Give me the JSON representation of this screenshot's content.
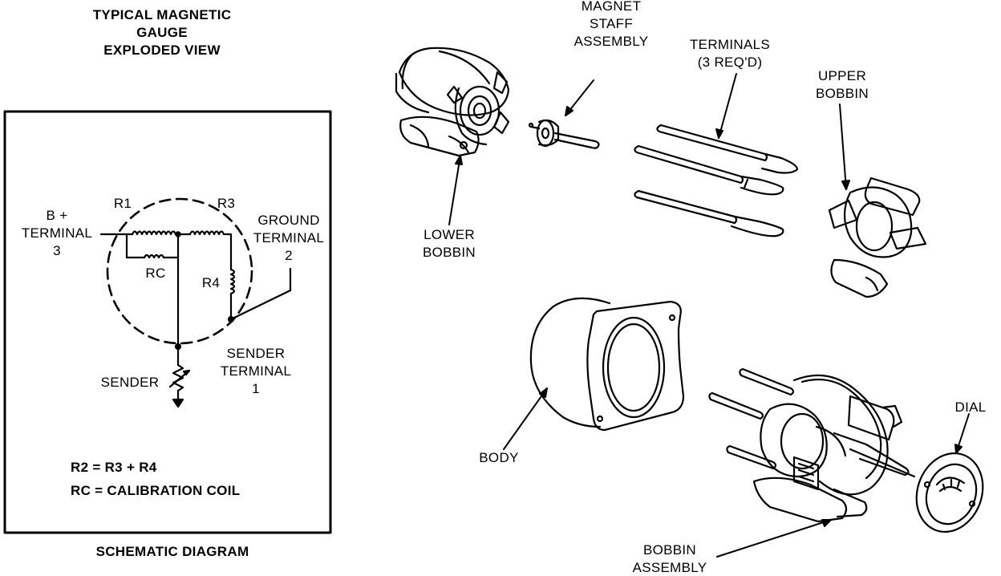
{
  "title": "TYPICAL MAGNETIC\nGAUGE\nEXPLODED VIEW",
  "schematic": {
    "caption": "SCHEMATIC DIAGRAM",
    "labels": {
      "r1": "R1",
      "r3": "R3",
      "r4": "R4",
      "rc": "RC",
      "b_terminal": "B +\nTERMINAL\n3",
      "ground_terminal": "GROUND\nTERMINAL\n2",
      "sender": "SENDER",
      "sender_terminal": "SENDER\nTERMINAL\n1"
    },
    "equations": [
      "R2 = R3 + R4",
      "RC = CALIBRATION COIL"
    ]
  },
  "parts": {
    "magnet_staff_assembly": "MAGNET\nSTAFF\nASSEMBLY",
    "terminals": "TERMINALS\n(3 REQ'D)",
    "upper_bobbin": "UPPER\nBOBBIN",
    "lower_bobbin": "LOWER\nBOBBIN",
    "body": "BODY",
    "dial": "DIAL",
    "bobbin_assembly": "BOBBIN\nASSEMBLY"
  }
}
